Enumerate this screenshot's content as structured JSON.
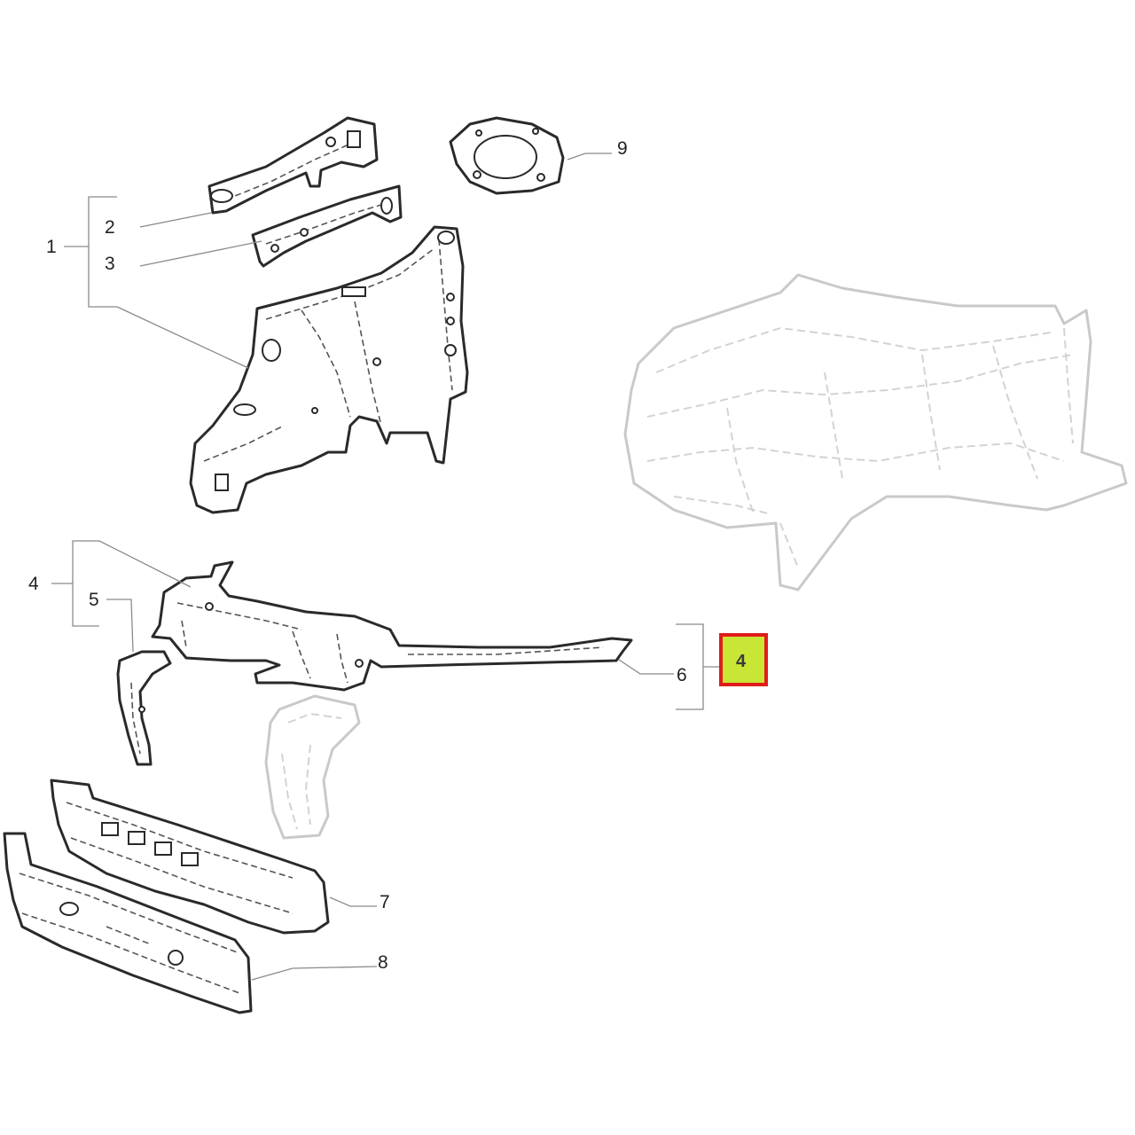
{
  "callouts": {
    "c1": "1",
    "c2": "2",
    "c3": "3",
    "c4": "4",
    "c5": "5",
    "c6": "6",
    "c7": "7",
    "c8": "8",
    "c9": "9"
  },
  "highlight": {
    "label": "4",
    "fill_color": "#c9e636",
    "border_color": "#e11b1b"
  },
  "colors": {
    "part_stroke": "#2a2a2a",
    "ghost_stroke": "#c9c9c9",
    "leader": "#8a8a8a"
  }
}
